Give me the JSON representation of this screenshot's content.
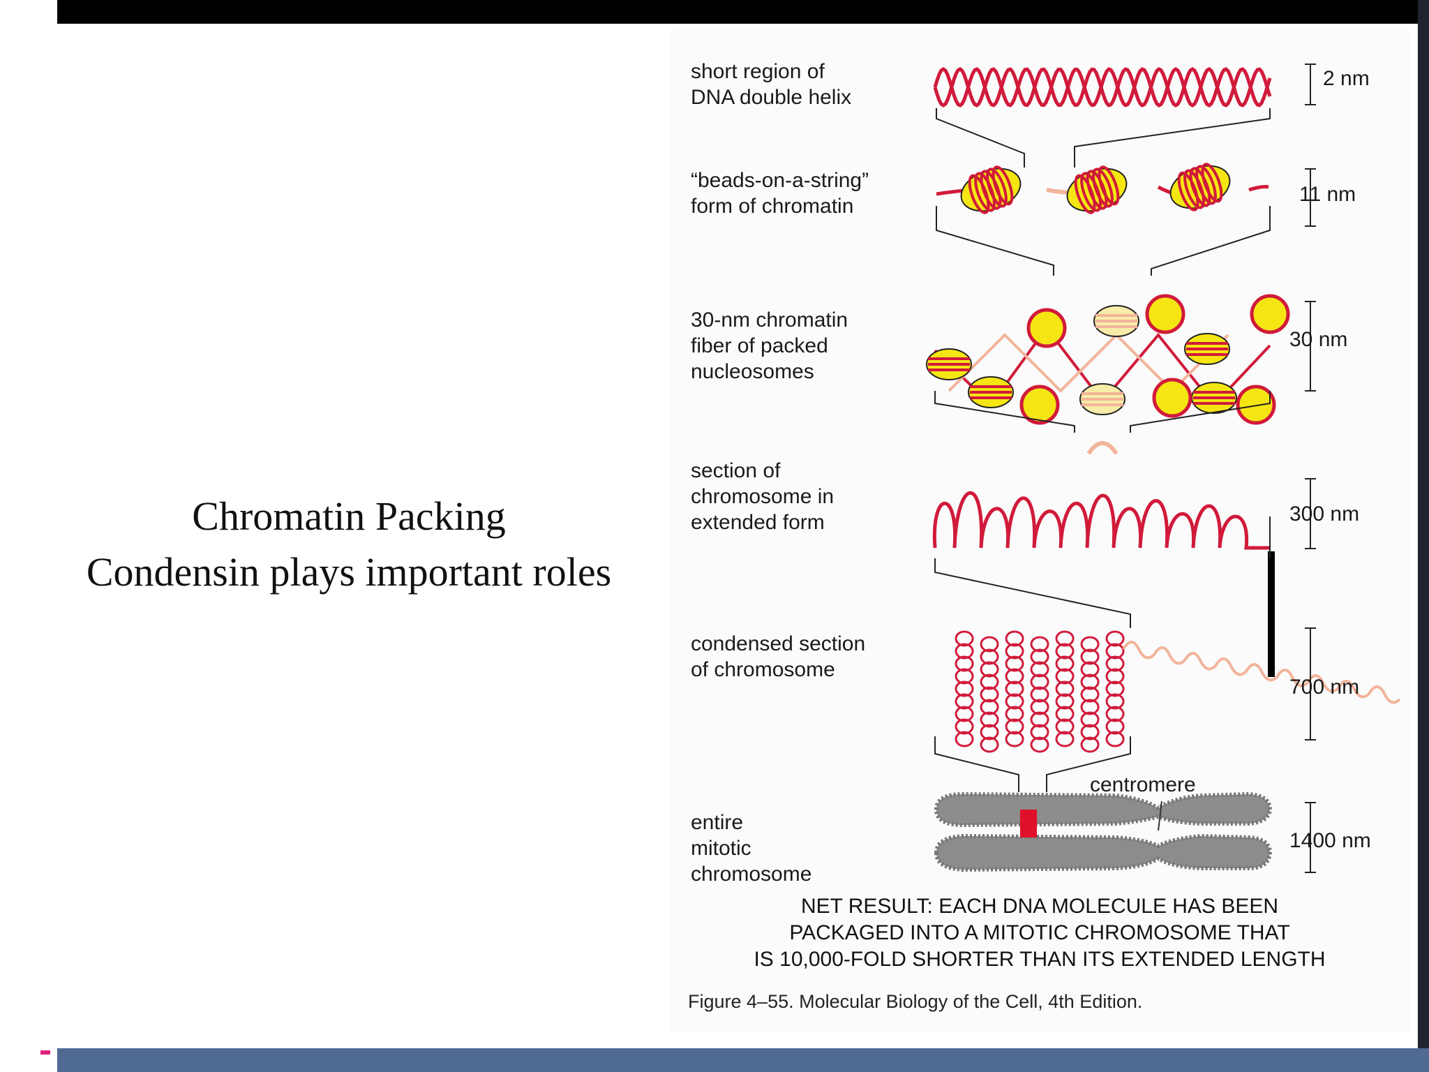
{
  "slide": {
    "title_lines": [
      "Chromatin Packing",
      "Condensin plays important roles"
    ]
  },
  "figure": {
    "levels": [
      {
        "label_lines": [
          "short region of",
          "DNA double helix"
        ],
        "size": "2 nm"
      },
      {
        "label_lines": [
          "“beads-on-a-string”",
          "form of chromatin"
        ],
        "size": "11 nm"
      },
      {
        "label_lines": [
          "30-nm chromatin",
          "fiber of packed",
          "nucleosomes"
        ],
        "size": "30 nm"
      },
      {
        "label_lines": [
          "section of",
          "chromosome in",
          "extended form"
        ],
        "size": "300 nm"
      },
      {
        "label_lines": [
          "condensed section",
          "of chromosome"
        ],
        "size": "700 nm"
      },
      {
        "label_lines": [
          "entire",
          "mitotic",
          "chromosome"
        ],
        "size": "1400 nm"
      }
    ],
    "centromere_label": "centromere",
    "net_result_lines": [
      "NET RESULT: EACH DNA MOLECULE HAS BEEN",
      "PACKAGED INTO A MITOTIC CHROMOSOME THAT",
      "IS 10,000-FOLD SHORTER THAN ITS EXTENDED LENGTH"
    ],
    "caption": "Figure 4–55. Molecular Biology of the Cell, 4th Edition."
  },
  "colors": {
    "dna_red": "#d11a3a",
    "nucleosome_yellow": "#f5e613",
    "pale_strand": "#f2b49a",
    "chromosome_gray": "#8c8c8c",
    "centromere_red": "#e0102a",
    "bottom_bar": "#4f6a93"
  }
}
